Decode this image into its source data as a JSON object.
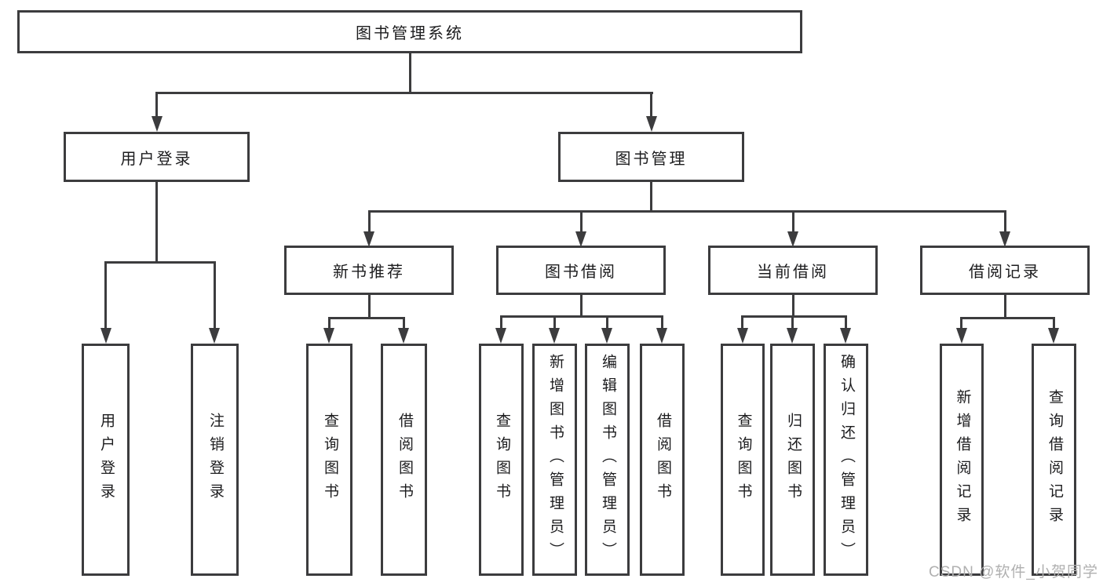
{
  "diagram": {
    "root": {
      "label": "图书管理系统"
    },
    "branches": [
      {
        "label": "用户登录",
        "children": [
          "用户登录",
          "注销登录"
        ]
      },
      {
        "label": "图书管理",
        "groups": [
          {
            "label": "新书推荐",
            "children": [
              "查询图书",
              "借阅图书"
            ]
          },
          {
            "label": "图书借阅",
            "children": [
              "查询图书",
              "新增图书（管理员）",
              "编辑图书（管理员）",
              "借阅图书"
            ]
          },
          {
            "label": "当前借阅",
            "children": [
              "查询图书",
              "归还图书",
              "确认归还（管理员）"
            ]
          },
          {
            "label": "借阅记录",
            "children": [
              "新增借阅记录",
              "查询借阅记录"
            ]
          }
        ]
      }
    ]
  },
  "watermark": "CSDN @软件_小贺同学",
  "colors": {
    "line": "#3c3c3e",
    "text": "#1c1c1e",
    "watermark": "#b0b0b0",
    "background": "#ffffff"
  }
}
